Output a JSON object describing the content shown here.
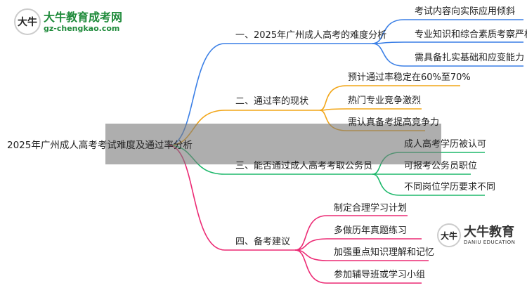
{
  "logo": {
    "title": "大牛教育成考网",
    "url": "gz-chengkao.com",
    "mark": "大牛"
  },
  "watermark": {
    "title": "大牛教育",
    "subtitle": "DANIU EDUCATION",
    "mark": "大牛"
  },
  "root": "2025年广州成人高考考试难度及通过率分析",
  "colors": {
    "b1": "#3a7fe6",
    "b2": "#f2a516",
    "b3": "#1fb86c",
    "b4": "#ec2a74"
  },
  "branches": [
    {
      "label": "一、2025年广州成人高考的难度分析",
      "children": [
        "考试内容向实际应用倾斜",
        "专业知识和综合素质考察严格",
        "需具备扎实基础和应变能力"
      ]
    },
    {
      "label": "二、通过率的现状",
      "children": [
        "预计通过率稳定在60%至70%",
        "热门专业竞争激烈",
        "需认真备考提高竞争力"
      ]
    },
    {
      "label": "三、能否通过成人高考考取公务员",
      "children": [
        "成人高考学历被认可",
        "可报考公务员职位",
        "不同岗位学历要求不同"
      ]
    },
    {
      "label": "四、备考建议",
      "children": [
        "制定合理学习计划",
        "多做历年真题练习",
        "加强重点知识理解和记忆",
        "参加辅导班或学习小组"
      ]
    }
  ]
}
